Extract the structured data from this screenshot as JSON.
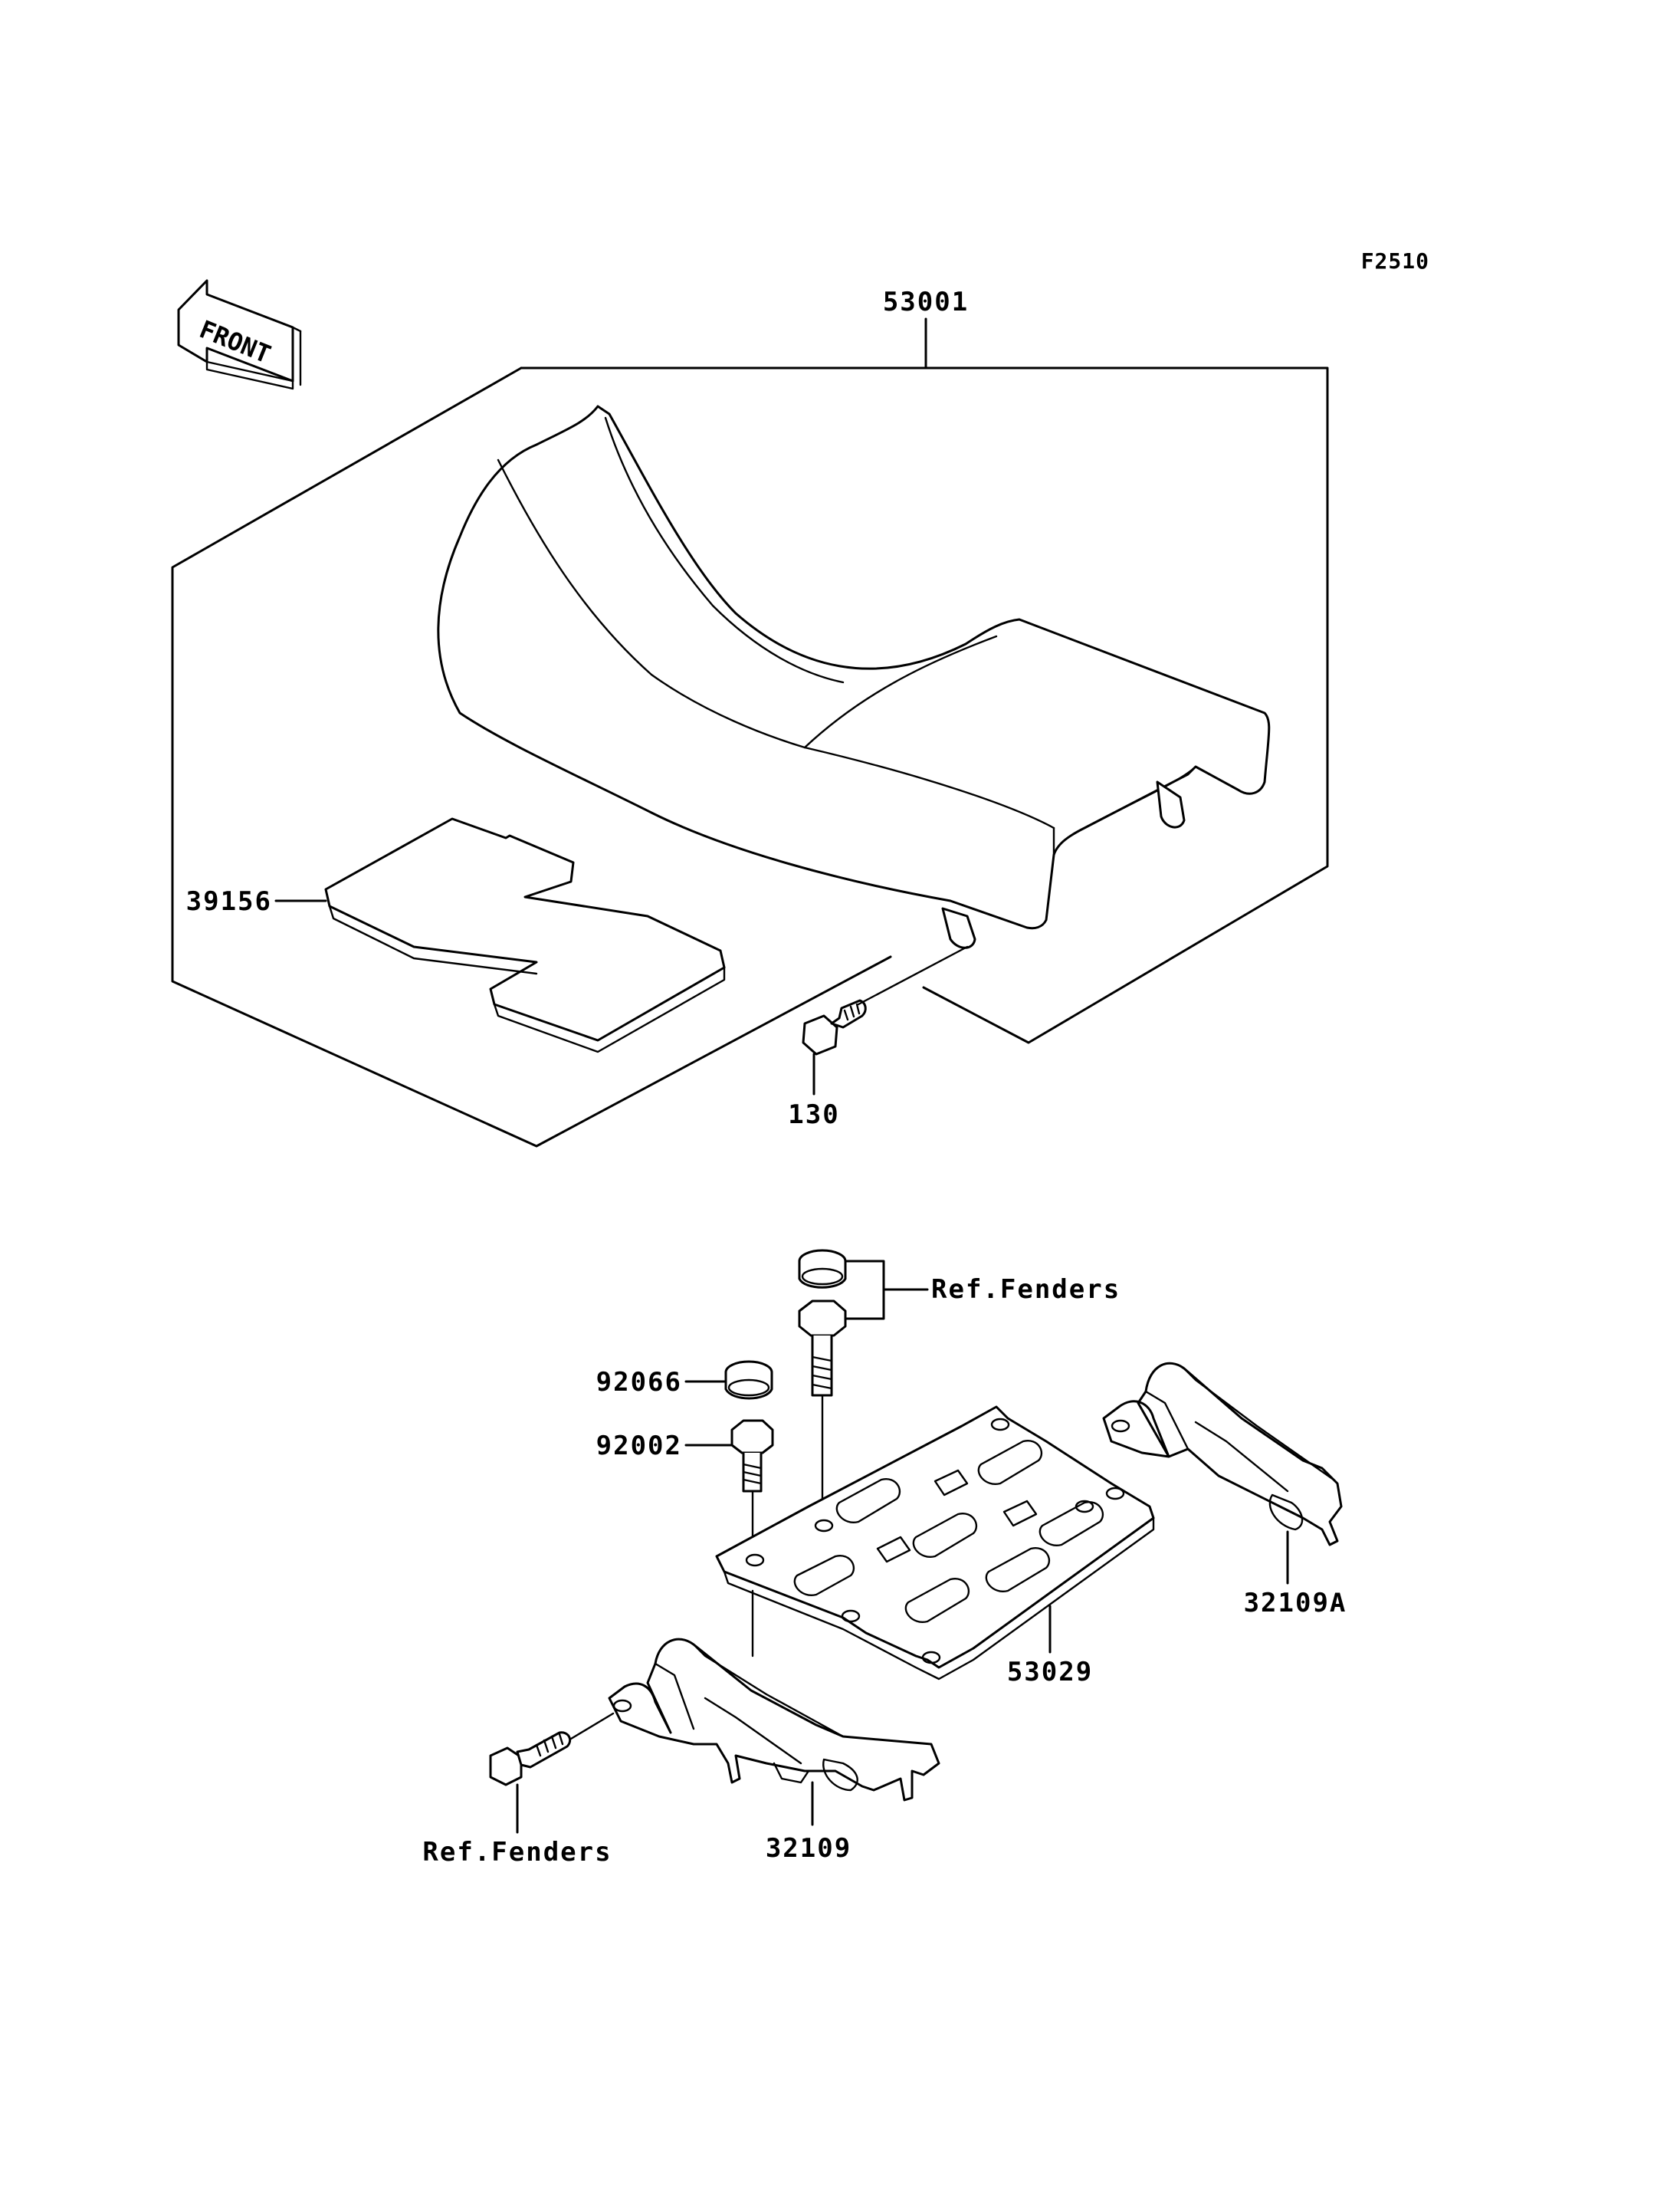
{
  "diagram": {
    "figure_code": "F2510",
    "front_label": "FRONT",
    "parts": {
      "seat": "53001",
      "mat": "39156",
      "seat_bolt": "130",
      "ref_fenders_top": "Ref.Fenders",
      "cap": "92066",
      "bolt": "92002",
      "carrier": "53029",
      "bracket_right": "32109A",
      "bracket_left": "32109",
      "ref_fenders_bottom": "Ref.Fenders"
    }
  }
}
